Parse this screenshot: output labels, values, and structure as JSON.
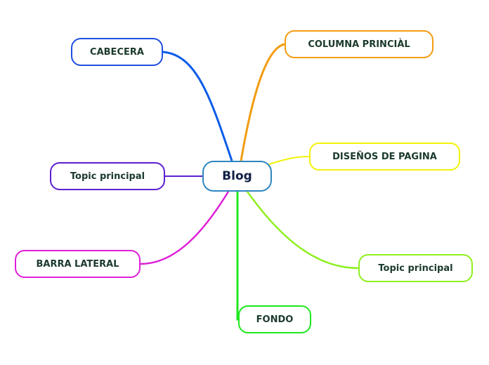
{
  "mindmap": {
    "central": {
      "label": "Blog",
      "color": "#2e86c1"
    },
    "topics": [
      {
        "id": "cabecera",
        "label": "CABECERA",
        "color": "#1f4fe0",
        "link_color": "#0a5ce8"
      },
      {
        "id": "columna",
        "label": "COLUMNA PRINCIÀL",
        "color": "#f39c12",
        "link_color": "#f39c12"
      },
      {
        "id": "disenos",
        "label": "DISEÑOS DE PAGINA",
        "color": "#f2f20a",
        "link_color": "#f2f20a"
      },
      {
        "id": "topic-l",
        "label": "Topic principal",
        "color": "#5e1fd0",
        "link_color": "#5e1fd0"
      },
      {
        "id": "topic-r",
        "label": "Topic principal",
        "color": "#8ef020",
        "link_color": "#8ef020"
      },
      {
        "id": "barra",
        "label": "BARRA LATERAL",
        "color": "#e01fd8",
        "link_color": "#e01fd8"
      },
      {
        "id": "fondo",
        "label": "FONDO",
        "color": "#1ee81e",
        "link_color": "#1ee81e"
      }
    ]
  }
}
